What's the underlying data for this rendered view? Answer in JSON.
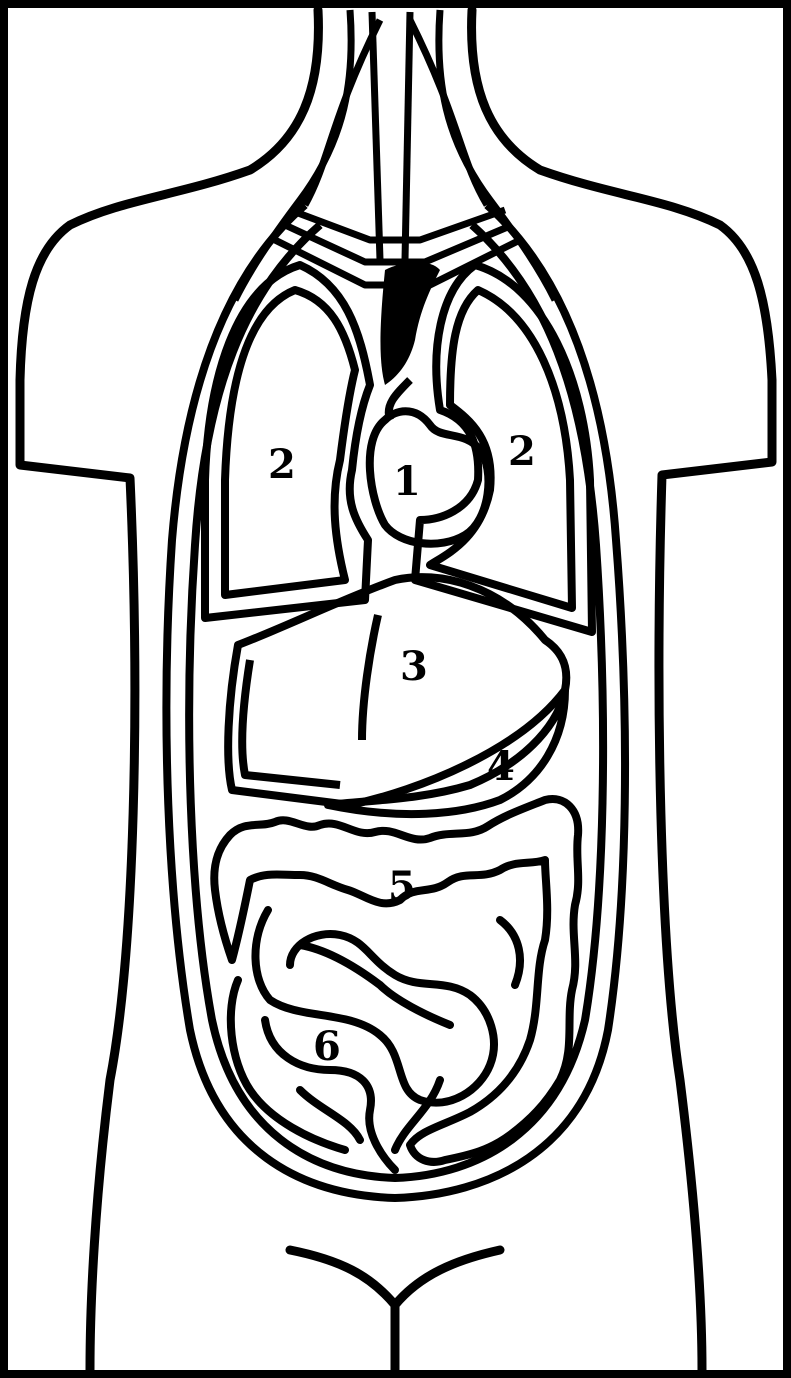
{
  "diagram": {
    "colors": {
      "line": "#000000",
      "background": "#ffffff"
    },
    "labels": {
      "heart": "1",
      "lung_right": "2",
      "lung_left": "2",
      "liver": "3",
      "stomach": "4",
      "large_intestine": "5",
      "small_intestine": "6"
    }
  }
}
